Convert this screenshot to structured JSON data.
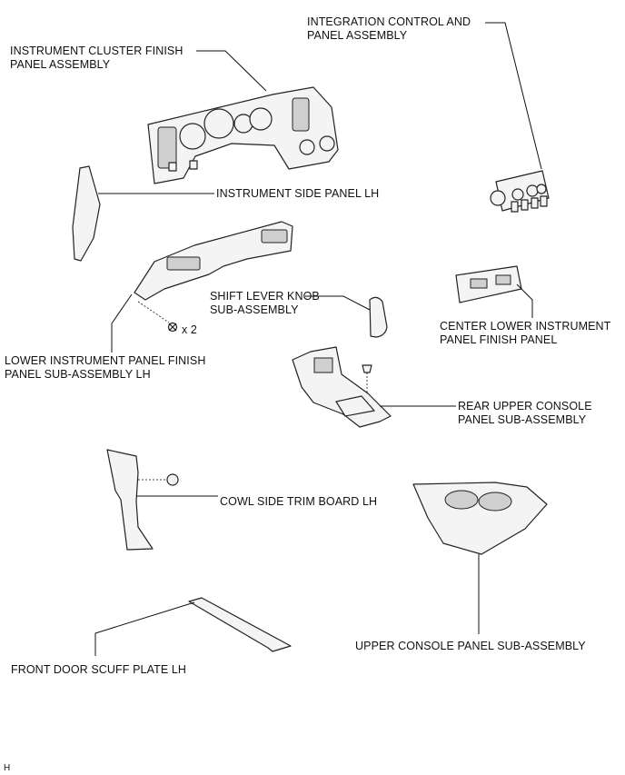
{
  "labels": {
    "integration": [
      "INTEGRATION CONTROL AND",
      "PANEL ASSEMBLY"
    ],
    "cluster": [
      "INSTRUMENT CLUSTER FINISH",
      "PANEL ASSEMBLY"
    ],
    "side_panel": [
      "INSTRUMENT SIDE PANEL LH"
    ],
    "shift_knob": [
      "SHIFT LEVER KNOB",
      "SUB-ASSEMBLY"
    ],
    "center_lower": [
      "CENTER LOWER INSTRUMENT",
      "PANEL FINISH PANEL"
    ],
    "lower_panel": [
      "LOWER INSTRUMENT PANEL FINISH",
      "PANEL SUB-ASSEMBLY LH"
    ],
    "rear_console": [
      "REAR UPPER CONSOLE",
      "PANEL SUB-ASSEMBLY"
    ],
    "cowl": [
      "COWL SIDE TRIM BOARD LH"
    ],
    "upper_console": [
      "UPPER CONSOLE PANEL SUB-ASSEMBLY"
    ],
    "scuff": [
      "FRONT DOOR SCUFF PLATE LH"
    ]
  },
  "quantity_note": "x 2",
  "corner_code": "H"
}
